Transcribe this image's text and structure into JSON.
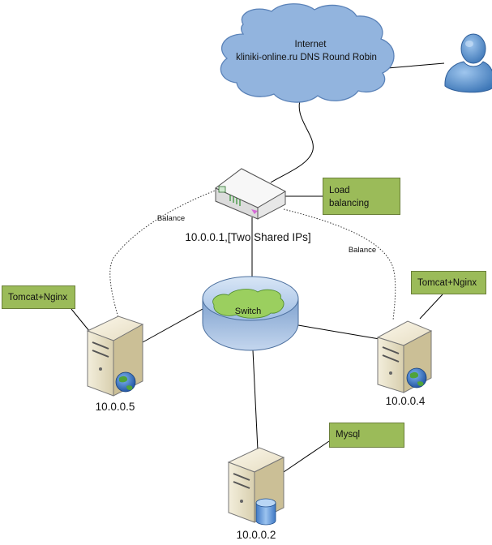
{
  "cloud": {
    "line1": "Internet",
    "line2": "kliniki-online.ru DNS Round Robin"
  },
  "load_balancer": {
    "label": "10.0.0.1,[Two Shared IPs]"
  },
  "switch": {
    "label": "Switch"
  },
  "links": {
    "balance_left": "Balance",
    "balance_right": "Balance"
  },
  "servers": {
    "left": "10.0.0.5",
    "right": "10.0.0.4",
    "db": "10.0.0.2"
  },
  "notes": {
    "load_balancing": "Load\nbalancing",
    "tomcat_left": "Tomcat+Nginx",
    "tomcat_right": "Tomcat+Nginx",
    "mysql": "Mysql"
  },
  "colors": {
    "note_fill": "#9bbb59",
    "cloud_fill": "#92b4de",
    "switch_fill": "#8fb1da"
  }
}
